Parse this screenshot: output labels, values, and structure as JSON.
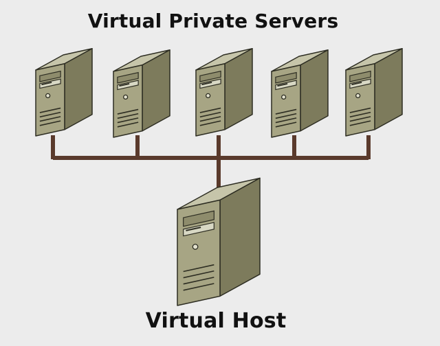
{
  "diagram": {
    "top_label": "Virtual Private Servers",
    "bottom_label": "Virtual Host"
  },
  "colors": {
    "background": "#ececec",
    "connector": "#5a3a2c",
    "server_front": "#a7a584",
    "server_side": "#7d7b5c",
    "server_top": "#c6c5aa",
    "server_outline": "#2d2d22"
  },
  "nodes": {
    "vps_count": 5,
    "host_count": 1
  }
}
